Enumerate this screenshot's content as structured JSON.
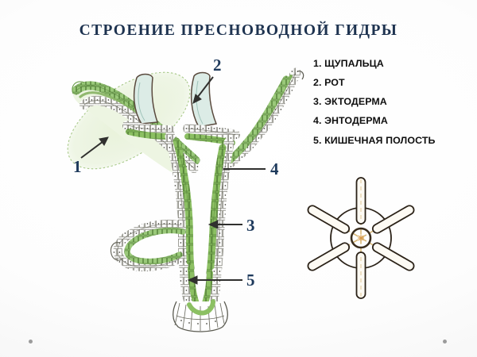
{
  "slide": {
    "title": "СТРОЕНИЕ ПРЕСНОВОДНОЙ ГИДРЫ",
    "title_color": "#1e3350",
    "background_color": "#fdfdfd"
  },
  "legend": {
    "items": [
      {
        "num": "1.",
        "label": "ЩУПАЛЬЦА",
        "text": "1. ЩУПАЛЬЦА"
      },
      {
        "num": "2.",
        "label": "РОТ",
        "text": "2. РОТ"
      },
      {
        "num": "3.",
        "label": "ЭКТОДЕРМА",
        "text": "3. ЭКТОДЕРМА"
      },
      {
        "num": "4.",
        "label": "ЭНТОДЕРМА",
        "text": "4. ЭНТОДЕРМА"
      },
      {
        "num": "5.",
        "label": "КИШЕЧНАЯ ПОЛОСТЬ",
        "text": "5. КИШЕЧНАЯ ПОЛОСТЬ"
      }
    ],
    "text_color": "#0f0f0f"
  },
  "callouts": {
    "color": "#1e3a5c",
    "one": {
      "value": "1",
      "points_to": "tentacle-magnified",
      "pointer": "arrow-up-right"
    },
    "two": {
      "value": "2",
      "points_to": "mouth",
      "pointer": "arrow-down-left"
    },
    "three": {
      "value": "3",
      "points_to": "ectoderm",
      "pointer": "arrow-left"
    },
    "four": {
      "value": "4",
      "points_to": "endoderm",
      "pointer": "line"
    },
    "five": {
      "value": "5",
      "points_to": "gastric-cavity",
      "pointer": "arrow-left"
    }
  },
  "diagram": {
    "name": "hydra-longitudinal-section",
    "colors": {
      "ectoderm_outline": "#5c5c52",
      "endoderm_green": "#6fa84f",
      "endoderm_green_dark": "#4e7a33",
      "tentacle_halo": "#e9f2dc",
      "tentacle_lumen": "#cfe7e0",
      "cell_fill": "#ffffff"
    },
    "parts": [
      "tentacle-magnified",
      "tentacle-left",
      "tentacle-mid",
      "tentacle-right",
      "mouth-cone",
      "body-wall",
      "gastric-cavity",
      "bud",
      "basal-disc"
    ]
  },
  "radial_diagram": {
    "name": "radial-symmetry-diagram",
    "tentacle_count": 6,
    "axis_count": 3,
    "colors": {
      "outline": "#2b2218",
      "axis": "#d8b878",
      "center_ring": "#3a2d1e"
    }
  },
  "decor": {
    "dot_color": "#9b9b9b",
    "dot_count": 2
  }
}
